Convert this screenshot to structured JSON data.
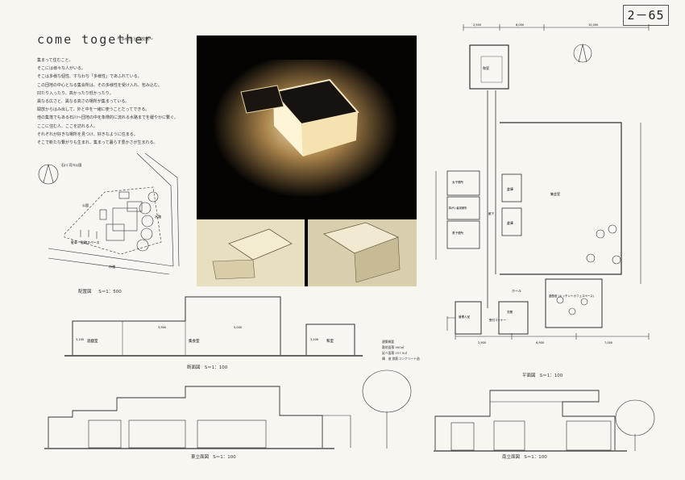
{
  "sheet_number": "2－65",
  "title": "come together",
  "subtitle": "～多様性と開放感～",
  "concept_lines": [
    "集まって住むこと。",
    "そこには様々な人がいる。",
    "そこは多様な個性、すなわち「多様性」であふれている。",
    "この団地の中心となる集会所は、その多様性を受け入れ、包み込む。",
    "凹たり入ったり、高かったり低かったり。",
    "異なる広さと、異なる高さの場所が集まっている。",
    "開放からはみ出して、外と中を一緒に使うことだってできる。",
    "他の集落でもある石川～団地の中を象徴的に流れる水路までを緩やかに繋ぐ。",
    "ここに住む人、ここを訪れる人。",
    "それぞれが好きな場所を見つけ、好きなように住まる。",
    "そこで新たな繋がりも生まれ、集まって暮らす豊かさが生まれる。"
  ],
  "site_plan": {
    "label": "配置図",
    "scale": "S＝1：500",
    "river_label": "石川\n河川公園",
    "annotations": [
      "公園",
      "水路",
      "駐車・駐輪スペース",
      "市道"
    ]
  },
  "section": {
    "label": "断面図",
    "scale": "S＝1：100",
    "rooms": [
      "遊戯室",
      "集会室",
      "和室"
    ],
    "dims": [
      "3,100",
      "3,900",
      "5,000",
      "3,100"
    ]
  },
  "building_summary": {
    "heading": "建築概要",
    "rows": [
      "敷地面積 990㎡",
      "延べ面積 257.5㎡",
      "構　造 鉄筋コンクリート造"
    ]
  },
  "floor_plan": {
    "label": "平面図",
    "scale": "S＝1：100",
    "rooms": [
      "和室",
      "集会室",
      "倉庫",
      "倉庫",
      "廊下",
      "女子便所",
      "男子便所",
      "障がい者用便所",
      "ホール",
      "遊戯室\n(キッチン＋カフェスペース)",
      "管理人室",
      "玄関",
      "受付コーナー"
    ],
    "top_dims": [
      "2,500",
      "6,000",
      "10,000"
    ],
    "bottom_dims": [
      "2,900",
      "6,900",
      "7,000"
    ]
  },
  "east_elevation": {
    "label": "東立面図",
    "scale": "S＝1：100"
  },
  "south_elevation": {
    "label": "南立面図",
    "scale": "S＝1：100"
  }
}
